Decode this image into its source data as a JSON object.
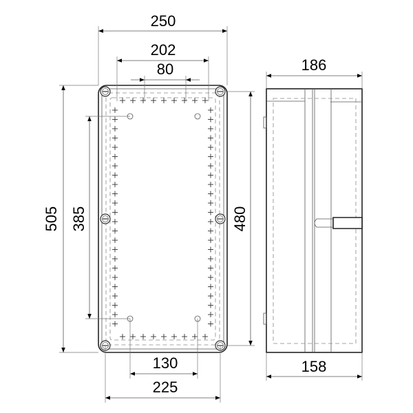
{
  "front_view": {
    "dimensions": {
      "overall_width": "250",
      "mount_width": "202",
      "top_spacing": "80",
      "overall_height": "505",
      "mount_height": "385",
      "inner_height": "480",
      "bottom_spacing": "130",
      "bottom_width": "225"
    }
  },
  "side_view": {
    "dimensions": {
      "overall_depth": "186",
      "body_depth": "158"
    }
  }
}
